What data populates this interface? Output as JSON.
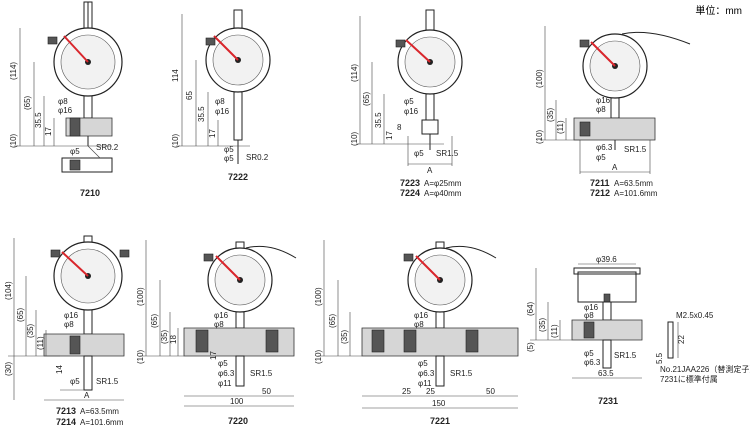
{
  "unit_label": "単位：mm",
  "models": [
    {
      "id": "m7210",
      "label": "7210",
      "dims": [
        "(114)",
        "(65)",
        "35.5",
        "17",
        "(10)",
        "φ8",
        "φ16",
        "φ5",
        "SR0.2"
      ]
    },
    {
      "id": "m7222",
      "label": "7222",
      "dims": [
        "114",
        "65",
        "35.5",
        "17",
        "(10)",
        "φ8",
        "φ16",
        "φ5",
        "SR0.2",
        "φ5"
      ]
    },
    {
      "id": "m7223",
      "label": "7223",
      "note": "A=φ25mm",
      "label2": "7224",
      "note2": "A=φ40mm",
      "dims": [
        "(114)",
        "(65)",
        "35.5",
        "17",
        "(10)",
        "8",
        "φ5",
        "φ16",
        "φ5",
        "SR1.5",
        "A"
      ]
    },
    {
      "id": "m7211",
      "label": "7211",
      "note": "A=63.5mm",
      "label2": "7212",
      "note2": "A=101.6mm",
      "dims": [
        "(100)",
        "(35)",
        "(11)",
        "(10)",
        "φ16",
        "φ8",
        "φ6.3",
        "φ5",
        "SR1.5",
        "A"
      ]
    },
    {
      "id": "m7213",
      "label": "7213",
      "note": "A=63.5mm",
      "label2": "7214",
      "note2": "A=101.6mm",
      "dims": [
        "(104)",
        "(65)",
        "(35)",
        "(11)",
        "(30)",
        "14",
        "φ16",
        "φ8",
        "φ5",
        "SR1.5",
        "A"
      ]
    },
    {
      "id": "m7220",
      "label": "7220",
      "dims": [
        "(100)",
        "(65)",
        "(35)",
        "18",
        "(10)",
        "17",
        "φ16",
        "φ8",
        "φ5",
        "φ6.3",
        "φ11",
        "SR1.5",
        "100",
        "50"
      ]
    },
    {
      "id": "m7221",
      "label": "7221",
      "dims": [
        "(100)",
        "(65)",
        "(35)",
        "(10)",
        "φ16",
        "φ8",
        "φ5",
        "φ6.3",
        "φ11",
        "SR1.5",
        "25",
        "25",
        "150",
        "50"
      ]
    },
    {
      "id": "m7231",
      "label": "7231",
      "dims": [
        "φ39.6",
        "(64)",
        "(35)",
        "(11)",
        "(5)",
        "φ16",
        "φ8",
        "φ5",
        "φ6.3",
        "SR1.5",
        "63.5",
        "M2.5x0.45",
        "22",
        "5.5"
      ],
      "note": "No.21JAA226（替測定子）",
      "note2": "7231に標準付属"
    }
  ]
}
